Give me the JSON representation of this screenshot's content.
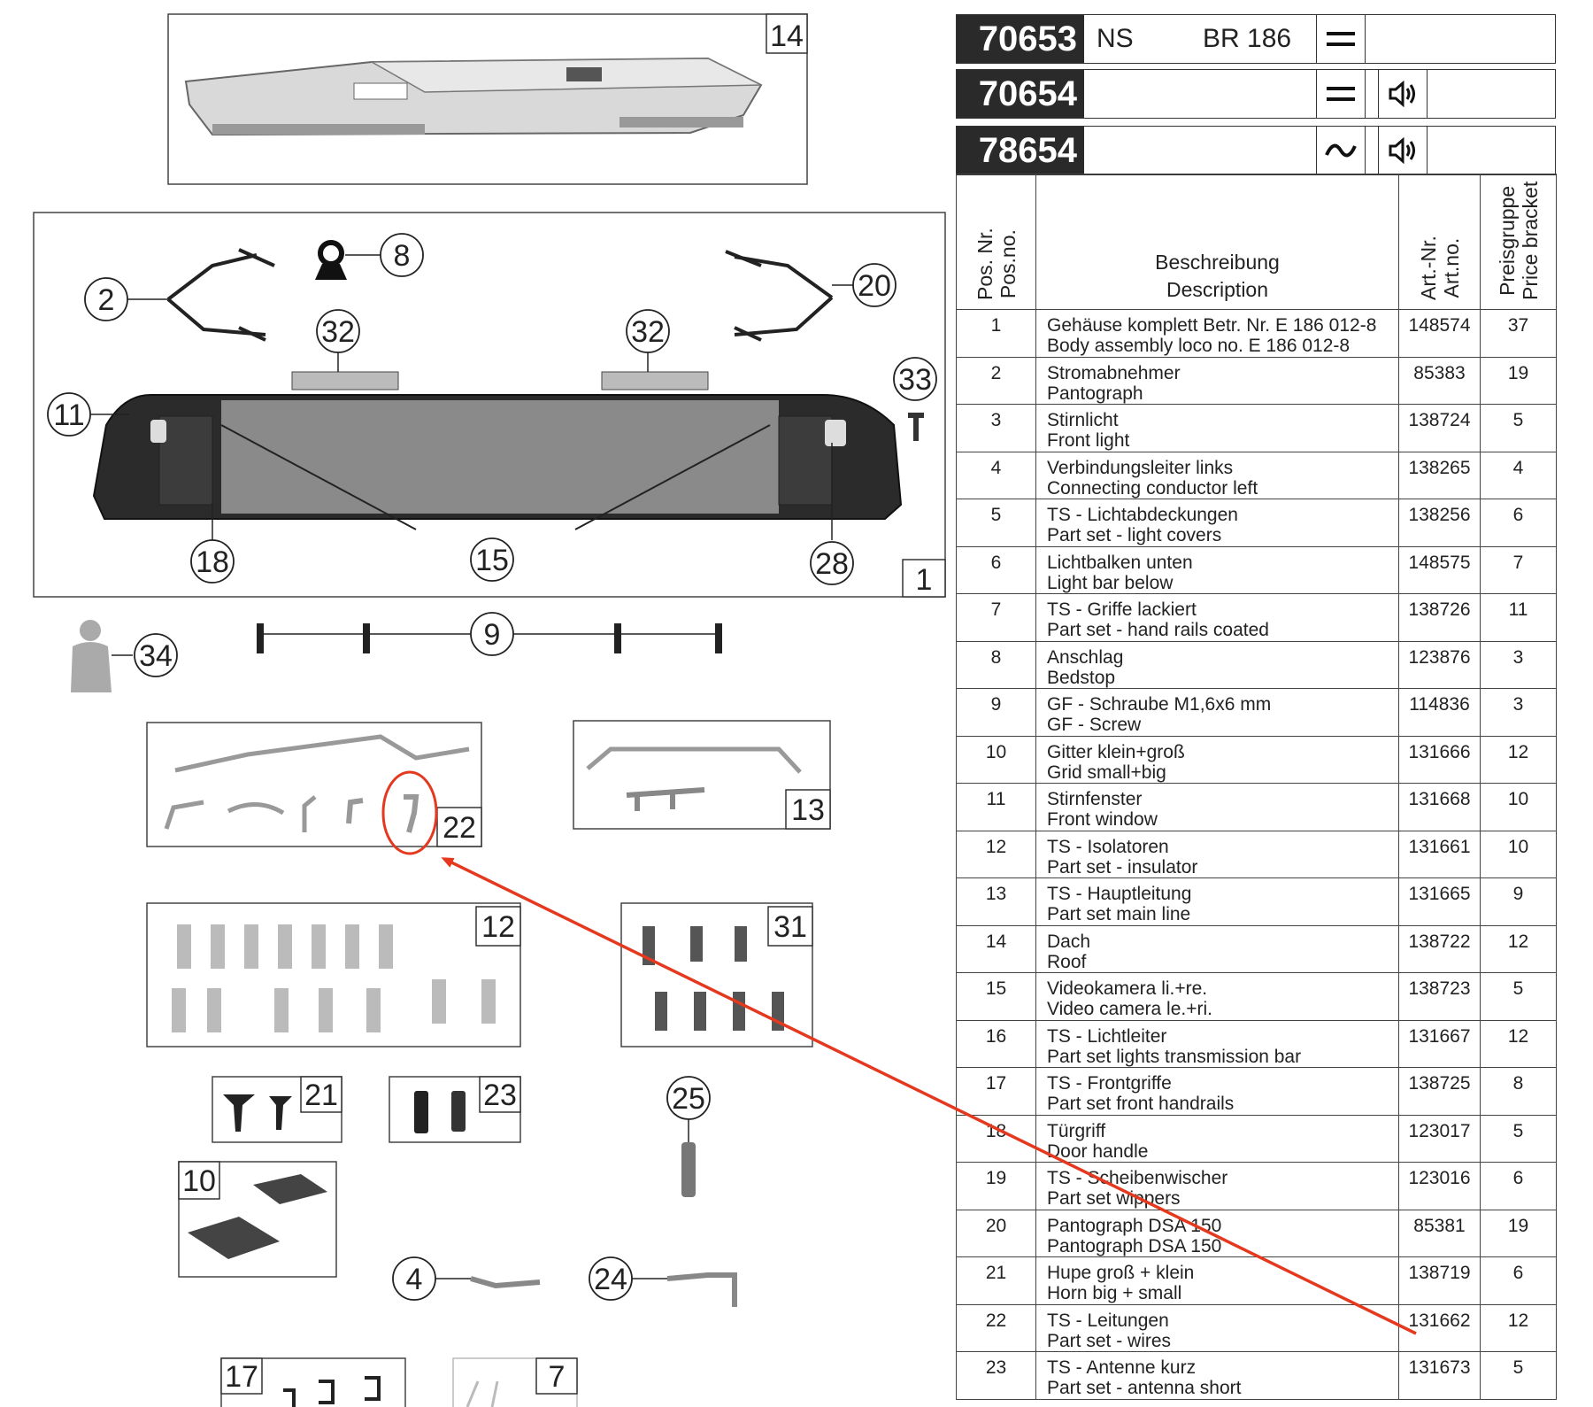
{
  "header_rows": [
    {
      "article": "70653",
      "col2": "NS",
      "col3": "BR 186",
      "symbols": [
        "dc-icon"
      ]
    },
    {
      "article": "70654",
      "col2": "",
      "col3": "",
      "symbols": [
        "dc-icon",
        "speaker-icon"
      ]
    },
    {
      "article": "78654",
      "col2": "",
      "col3": "",
      "symbols": [
        "ac-icon",
        "speaker-icon"
      ]
    }
  ],
  "table_header": {
    "pos_de": "Pos. Nr.",
    "pos_en": "Pos.no.",
    "desc_de": "Beschreibung",
    "desc_en": "Description",
    "art_de": "Art.-Nr.",
    "art_en": "Art.no.",
    "price_de": "Preisgruppe",
    "price_en": "Price bracket"
  },
  "parts": [
    {
      "pos": "1",
      "de": "Gehäuse komplett Betr. Nr. E 186 012-8",
      "en": "Body assembly loco no. E 186 012-8",
      "art": "148574",
      "price": "37"
    },
    {
      "pos": "2",
      "de": "Stromabnehmer",
      "en": "Pantograph",
      "art": "85383",
      "price": "19"
    },
    {
      "pos": "3",
      "de": "Stirnlicht",
      "en": "Front light",
      "art": "138724",
      "price": "5"
    },
    {
      "pos": "4",
      "de": "Verbindungsleiter links",
      "en": "Connecting conductor left",
      "art": "138265",
      "price": "4"
    },
    {
      "pos": "5",
      "de": "TS - Lichtabdeckungen",
      "en": "Part set - light covers",
      "art": "138256",
      "price": "6"
    },
    {
      "pos": "6",
      "de": "Lichtbalken unten",
      "en": "Light bar below",
      "art": "148575",
      "price": "7"
    },
    {
      "pos": "7",
      "de": "TS - Griffe lackiert",
      "en": "Part set - hand rails coated",
      "art": "138726",
      "price": "11"
    },
    {
      "pos": "8",
      "de": "Anschlag",
      "en": "Bedstop",
      "art": "123876",
      "price": "3"
    },
    {
      "pos": "9",
      "de": "GF - Schraube M1,6x6 mm",
      "en": "GF - Screw",
      "art": "114836",
      "price": "3"
    },
    {
      "pos": "10",
      "de": "Gitter klein+groß",
      "en": "Grid small+big",
      "art": "131666",
      "price": "12"
    },
    {
      "pos": "11",
      "de": "Stirnfenster",
      "en": "Front window",
      "art": "131668",
      "price": "10"
    },
    {
      "pos": "12",
      "de": "TS - Isolatoren",
      "en": "Part set - insulator",
      "art": "131661",
      "price": "10"
    },
    {
      "pos": "13",
      "de": "TS - Hauptleitung",
      "en": "Part set main line",
      "art": "131665",
      "price": "9"
    },
    {
      "pos": "14",
      "de": "Dach",
      "en": "Roof",
      "art": "138722",
      "price": "12"
    },
    {
      "pos": "15",
      "de": "Videokamera li.+re.",
      "en": "Video camera le.+ri.",
      "art": "138723",
      "price": "5"
    },
    {
      "pos": "16",
      "de": "TS - Lichtleiter",
      "en": "Part set lights transmission bar",
      "art": "131667",
      "price": "12"
    },
    {
      "pos": "17",
      "de": "TS - Frontgriffe",
      "en": "Part set front handrails",
      "art": "138725",
      "price": "8"
    },
    {
      "pos": "18",
      "de": "Türgriff",
      "en": "Door handle",
      "art": "123017",
      "price": "5"
    },
    {
      "pos": "19",
      "de": "TS - Scheibenwischer",
      "en": "Part set wippers",
      "art": "123016",
      "price": "6"
    },
    {
      "pos": "20",
      "de": "Pantograph DSA 150",
      "en": "Pantograph DSA 150",
      "art": "85381",
      "price": "19"
    },
    {
      "pos": "21",
      "de": "Hupe groß + klein",
      "en": "Horn big + small",
      "art": "138719",
      "price": "6"
    },
    {
      "pos": "22",
      "de": "TS - Leitungen",
      "en": "Part set - wires",
      "art": "131662",
      "price": "12"
    },
    {
      "pos": "23",
      "de": "TS - Antenne kurz",
      "en": "Part set - antenna short",
      "art": "131673",
      "price": "5"
    }
  ],
  "diagram_labels": {
    "box_14": "14",
    "box_1": "1",
    "box_22": "22",
    "box_13": "13",
    "box_12": "12",
    "box_31": "31",
    "box_21": "21",
    "box_23": "23",
    "box_10": "10",
    "box_17": "17",
    "box_7": "7",
    "c2": "2",
    "c8": "8",
    "c20": "20",
    "c32a": "32",
    "c32b": "32",
    "c33": "33",
    "c11": "11",
    "c18": "18",
    "c15": "15",
    "c28": "28",
    "c34": "34",
    "c9": "9",
    "c25": "25",
    "c4": "4",
    "c24": "24"
  },
  "annotation_color": "#e5391f"
}
